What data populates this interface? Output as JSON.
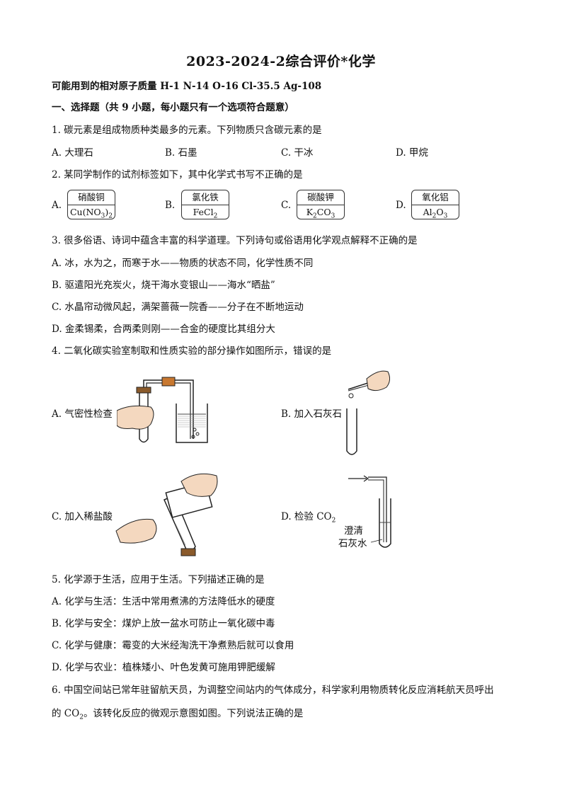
{
  "title": "2023-2024-2综合评价*化学",
  "atomic_masses": "可能用到的相对原子质量 H-1    N-14    O-16    Cl-35.5    Ag-108",
  "section1": "一、选择题（共 9 小题，每小题只有一个选项符合题意）",
  "q1": {
    "stem": "1.  碳元素是组成物质种类最多的元素。下列物质只含碳元素的是",
    "options": [
      "A.  大理石",
      "B.  石墨",
      "C.  干冰",
      "D.  甲烷"
    ]
  },
  "q2": {
    "stem": "2.  某同学制作的试剂标签如下，其中化学式书写不正确的是",
    "letters": [
      "A.",
      "B.",
      "C.",
      "D."
    ],
    "labels": [
      {
        "name": "硝酸铜",
        "formula": "Cu(NO",
        "sub1": "3",
        "mid": ")",
        "sub2": "2"
      },
      {
        "name": "氯化铁",
        "formula": "FeCl",
        "sub1": "2",
        "mid": "",
        "sub2": ""
      },
      {
        "name": "碳酸钾",
        "formula": "K",
        "sub1": "2",
        "mid": "CO",
        "sub2": "3"
      },
      {
        "name": "氧化铝",
        "formula": "Al",
        "sub1": "2",
        "mid": "O",
        "sub2": "3"
      }
    ]
  },
  "q3": {
    "stem": "3.  很多俗语、诗词中蕴含丰富的科学道理。下列诗句或俗语用化学观点解释不正确的是",
    "options": [
      "A.  冰，水为之，而寒于水——物质的状态不同，化学性质不同",
      "B.  驱遣阳光充炭火，烧干海水变银山——海水“晒盐”",
      "C.  水晶帘动微风起，满架蔷薇一院香——分子在不断地运动",
      "D.  金柔锡柔，合两柔则刚——合金的硬度比其组分大"
    ]
  },
  "q4": {
    "stem": "4.  二氧化碳实验室制取和性质实验的部分操作如图所示，错误的是",
    "options": [
      "A.  气密性检查",
      "B.  加入石灰石",
      "C.  加入稀盐酸",
      "D.  检验 CO"
    ],
    "d_sub": "2",
    "lime_water_1": "澄清",
    "lime_water_2": "石灰水"
  },
  "q5": {
    "stem": "5.  化学源于生活，应用于生活。下列描述正确的是",
    "options": [
      "A.  化学与生活：生活中常用煮沸的方法降低水的硬度",
      "B.  化学与安全：煤炉上放一盆水可防止一氧化碳中毒",
      "C.  化学与健康：霉变的大米经淘洗干净煮熟后就可以食用",
      "D.  化学与农业：植株矮小、叶色发黄可施用钾肥缓解"
    ]
  },
  "q6": {
    "line1": "6.  中国空间站已常年驻留航天员，为调整空间站内的气体成分，科学家利用物质转化反应消耗航天员呼出",
    "line2_pre": "的 CO",
    "line2_sub": "2",
    "line2_post": "。该转化反应的微观示意图如图。下列说法正确的是"
  }
}
